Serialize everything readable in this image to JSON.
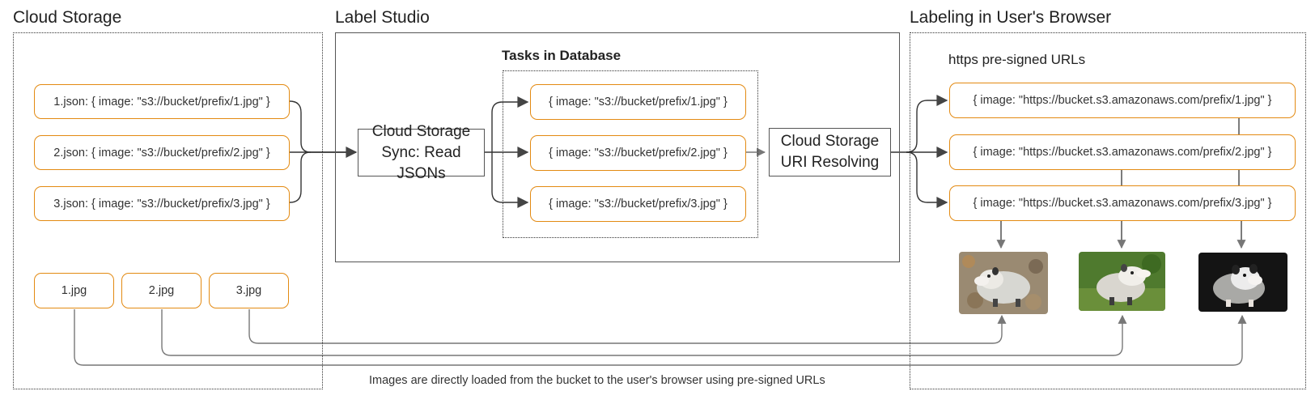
{
  "sections": {
    "cloud_storage": "Cloud Storage",
    "label_studio": "Label Studio",
    "browser": "Labeling in User's Browser"
  },
  "cloud_storage": {
    "json_files": [
      "1.json: { image: \"s3://bucket/prefix/1.jpg\" }",
      "2.json: { image: \"s3://bucket/prefix/2.jpg\" }",
      "3.json: { image: \"s3://bucket/prefix/3.jpg\" }"
    ],
    "image_files": [
      "1.jpg",
      "2.jpg",
      "3.jpg"
    ]
  },
  "label_studio": {
    "sync_box": "Cloud Storage\nSync: Read JSONs",
    "tasks_title": "Tasks in Database",
    "tasks": [
      "{ image: \"s3://bucket/prefix/1.jpg\" }",
      "{ image: \"s3://bucket/prefix/2.jpg\" }",
      "{ image: \"s3://bucket/prefix/3.jpg\" }"
    ]
  },
  "resolver": "Cloud Storage\nURI Resolving",
  "browser": {
    "subtitle": "https pre-signed URLs",
    "urls": [
      "{ image: \"https://bucket.s3.amazonaws.com/prefix/1.jpg\" }",
      "{ image: \"https://bucket.s3.amazonaws.com/prefix/2.jpg\" }",
      "{ image: \"https://bucket.s3.amazonaws.com/prefix/3.jpg\" }"
    ],
    "image_icons": [
      "opossum-photo-icon",
      "opossum-photo-icon",
      "opossum-photo-icon"
    ]
  },
  "footer_note": "Images are directly loaded from the bucket to the user's browser using pre-signed URLs",
  "colors": {
    "file_border": "#e38a12",
    "box_border": "#555555",
    "arrow": "#444444",
    "arrow_light": "#777777"
  }
}
